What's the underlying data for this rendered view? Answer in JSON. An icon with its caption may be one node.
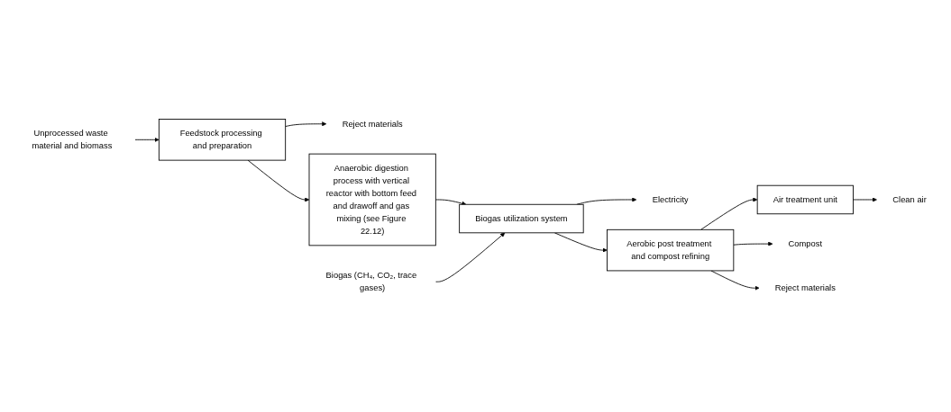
{
  "diagram": {
    "nodes": [
      {
        "text": [
          "Unprocessed waste material and biomass"
        ]
      },
      {
        "text": [
          "Feedstock processing and preparation"
        ]
      },
      {
        "text": [
          "Reject materials"
        ]
      },
      {
        "text": [
          "Anaerobic digestion process with vertical reactor with bottom feed and drawoff and gas mixing (see Figure 22.12)"
        ]
      },
      {
        "text": [
          "Biogas (CH₄, CO₂, trace gases)"
        ]
      },
      {
        "text": [
          "Biogas utilization system"
        ]
      },
      {
        "text": [
          "Electricity"
        ]
      },
      {
        "text": [
          "Aerobic post treatment and compost refining"
        ]
      },
      {
        "text": [
          "Air treatment unit"
        ]
      },
      {
        "text": [
          "Clean air"
        ]
      },
      {
        "text": [
          "Compost"
        ]
      },
      {
        "text": [
          "Reject materials"
        ]
      }
    ],
    "edges": [
      {
        "from": 0,
        "to": 1,
        "arrow": "to"
      },
      {
        "from": 1,
        "to": 2,
        "arrow": "to"
      },
      {
        "from": 1,
        "to": 3,
        "arrow": "to"
      },
      {
        "from": 3,
        "to": 5,
        "arrow": "to"
      },
      {
        "from": 4,
        "to": 5,
        "arrow": "to"
      },
      {
        "from": 5,
        "to": 6,
        "arrow": "to"
      },
      {
        "from": 5,
        "to": 7,
        "arrow": "to"
      },
      {
        "from": 7,
        "to": 8,
        "arrow": "to"
      },
      {
        "from": 8,
        "to": 9,
        "arrow": "to"
      },
      {
        "from": 7,
        "to": 10,
        "arrow": "to"
      },
      {
        "from": 7,
        "to": 11,
        "arrow": "to"
      }
    ]
  }
}
